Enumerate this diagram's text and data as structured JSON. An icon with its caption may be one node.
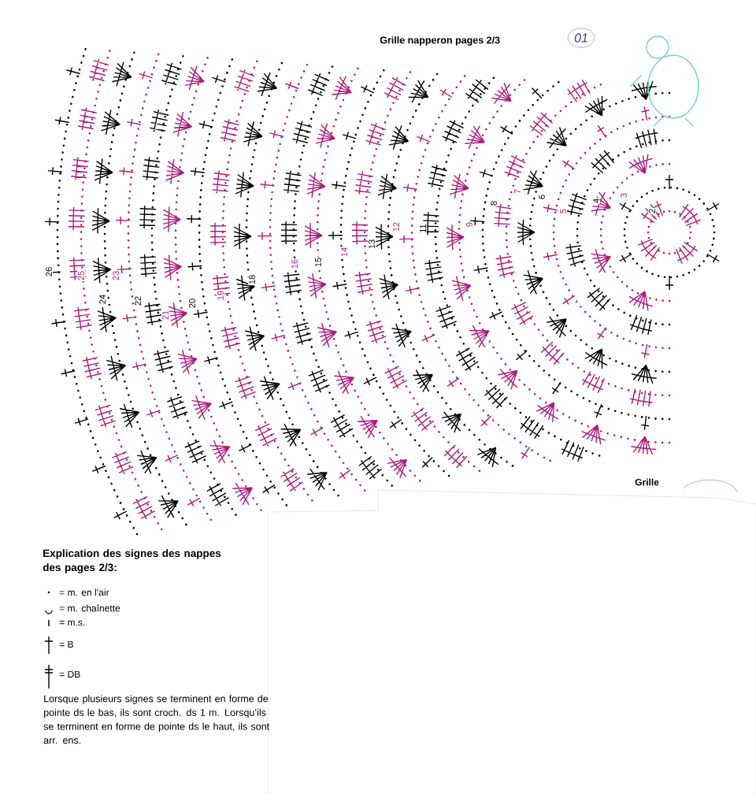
{
  "diagram": {
    "title": "Grille napperon pages 2/3",
    "labels": [
      "01",
      "2",
      "3",
      "4",
      "5",
      "6",
      "7",
      "8",
      "9",
      "11",
      "12",
      "13",
      "14",
      "15",
      "16",
      "18",
      "19",
      "20",
      "21",
      "22",
      "23",
      "24",
      "25",
      "26",
      "Grille",
      "Explication des signes des nappes des pages 2/3:",
      "Lorsque plusieurs signes se terminent en forme de pointe ds le bas, ils sont croch. ds 1 m. Lorsqu’ils se terminent en forme de pointe ds le haut, ils sont arr. ens."
    ],
    "legend": [
      {
        "text": "= m. en l’air"
      },
      {
        "text": "= m. chaînette"
      },
      {
        "text": "= m.s."
      },
      {
        "text": "= B"
      },
      {
        "text": "= DB"
      }
    ]
  }
}
